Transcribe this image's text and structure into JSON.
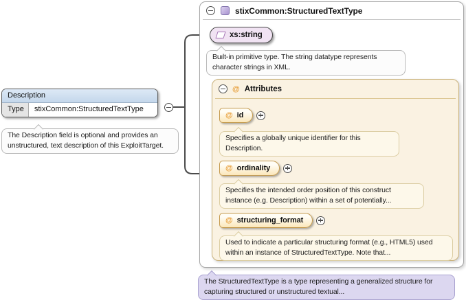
{
  "element": {
    "title": "Description",
    "type_label": "Type",
    "type_value": "stixCommon:StructuredTextType",
    "tooltip": "The Description field is optional and provides an unstructured, text description of this ExploitTarget."
  },
  "type_panel": {
    "title": "stixCommon:StructuredTextType",
    "base": {
      "label": "xs:string",
      "tooltip": "Built-in primitive type. The string datatype represents character strings in XML."
    },
    "attributes": {
      "title": "Attributes",
      "at_symbol": "@",
      "items": [
        {
          "name": "id",
          "tooltip": "Specifies a globally unique identifier for this Description."
        },
        {
          "name": "ordinality",
          "tooltip": "Specifies the intended order position of this construct instance (e.g. Description) within a set of potentially..."
        },
        {
          "name": "structuring_format",
          "tooltip": "Used to indicate a particular structuring format (e.g., HTML5) used within an instance of StructuredTextType. Note that..."
        }
      ]
    },
    "tooltip": "The StructuredTextType is a type representing a generalized structure for capturing structured or unstructured textual..."
  },
  "colors": {
    "connector": "#4a4a4a",
    "element_header": "#cfdfef",
    "attr_accent": "#e79d38",
    "base_badge_bg": "#f1e3f3",
    "attr_panel_bg": "#faf2e2",
    "purple_tip_bg": "#dcd7f0"
  }
}
